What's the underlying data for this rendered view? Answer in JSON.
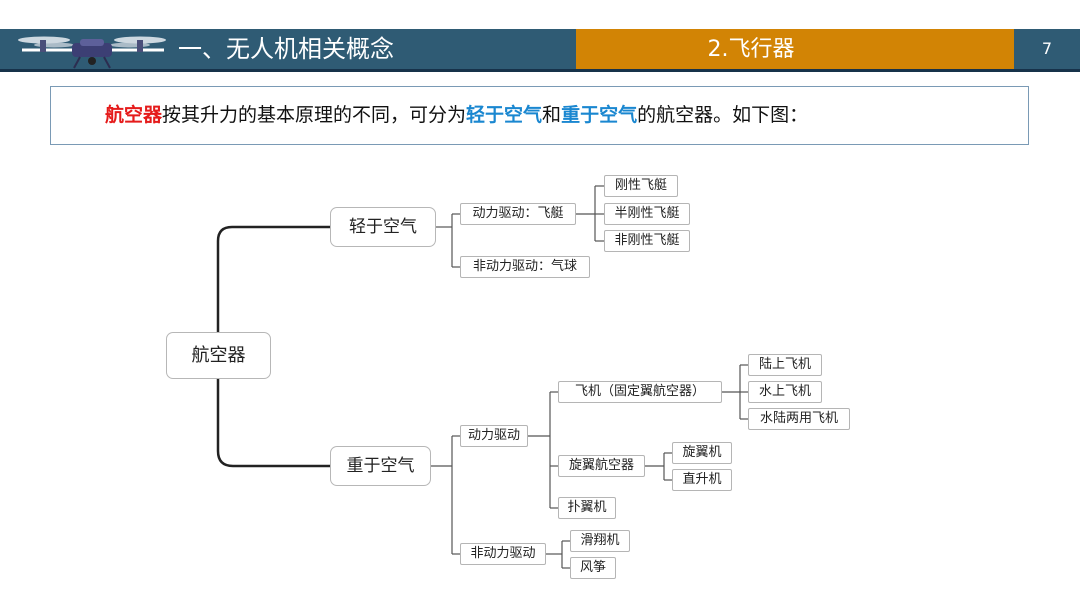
{
  "header": {
    "section_title": "一、无人机相关概念",
    "sub_title": "2.飞行器",
    "page_number": "7",
    "logo_icon": "drone-icon"
  },
  "intro": {
    "part1": "航空器",
    "part2": "按其升力的基本原理的不同，可分为",
    "part3": "轻于空气",
    "part4": "和",
    "part5": "重于空气",
    "part6": "的航空器。如下图："
  },
  "tree": {
    "root": "航空器",
    "lighter": {
      "label": "轻于空气",
      "powered": "动力驱动：飞艇",
      "airships": [
        "刚性飞艇",
        "半刚性飞艇",
        "非刚性飞艇"
      ],
      "unpowered": "非动力驱动：气球"
    },
    "heavier": {
      "label": "重于空气",
      "powered": "动力驱动",
      "fixed_wing": "飞机（固定翼航空器）",
      "planes": [
        "陆上飞机",
        "水上飞机",
        "水陆两用飞机"
      ],
      "rotorcraft": "旋翼航空器",
      "rotor_types": [
        "旋翼机",
        "直升机"
      ],
      "ornithopter": "扑翼机",
      "unpowered": "非动力驱动",
      "gliders": [
        "滑翔机",
        "风筝"
      ]
    }
  },
  "colors": {
    "header_blue": "#2f5b74",
    "header_orange": "#d28405",
    "highlight_red": "#e51b1b",
    "highlight_blue": "#1a87d0"
  }
}
